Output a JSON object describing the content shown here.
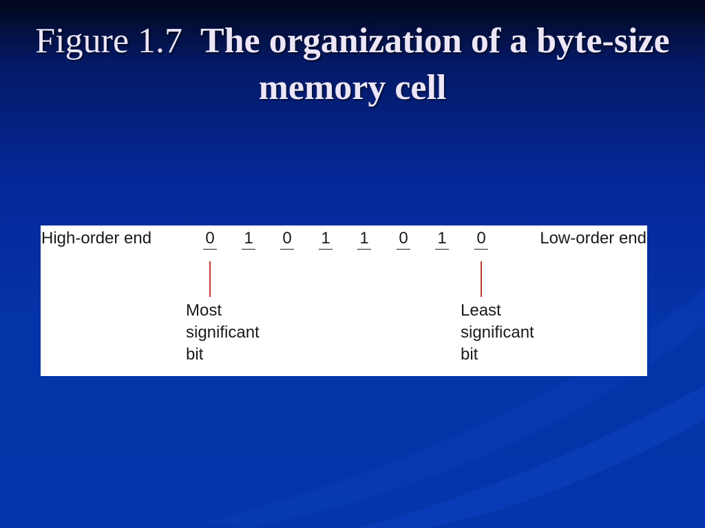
{
  "slide": {
    "title_lead": "Figure 1.7",
    "title_main": "The organization of a byte-size memory cell"
  },
  "diagram": {
    "high_label": "High-order end",
    "low_label": "Low-order end",
    "bits": [
      "0",
      "1",
      "0",
      "1",
      "1",
      "0",
      "1",
      "0"
    ],
    "msb_caption": [
      "Most",
      "significant",
      "bit"
    ],
    "lsb_caption": [
      "Least",
      "significant",
      "bit"
    ],
    "pointer_color": "#c0392b",
    "background_color": "#0533a8"
  }
}
